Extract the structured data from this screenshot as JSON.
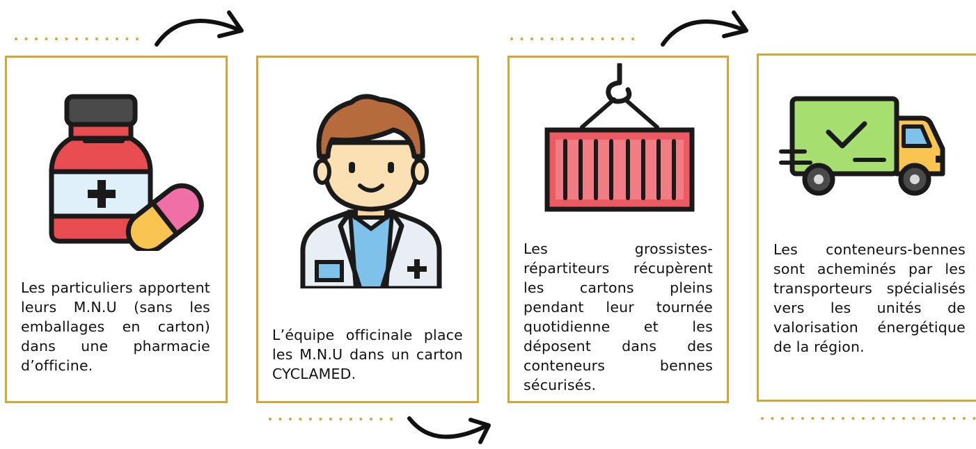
{
  "steps": [
    {
      "icon": "medicine-bottle-pill-icon",
      "text": "Les particuliers apportent leurs M.N.U (sans les emballages en carton) dans une pharmacie d’officine."
    },
    {
      "icon": "pharmacist-icon",
      "text": "L’équipe officinale place les M.N.U dans un carton CYCLAMED."
    },
    {
      "icon": "shipping-container-icon",
      "text": "Les grossistes-répartiteurs récupèrent les cartons pleins pendant leur tournée quotidienne et les déposent dans des conteneurs bennes sécurisés."
    },
    {
      "icon": "delivery-truck-icon",
      "text": "Les conteneurs-bennes sont acheminés par les transporteurs spécialisés vers les unités de valorisation énergétique de la région."
    }
  ],
  "colors": {
    "border": "#d4a634",
    "dots": "#d4a634",
    "arrow": "#111111"
  }
}
